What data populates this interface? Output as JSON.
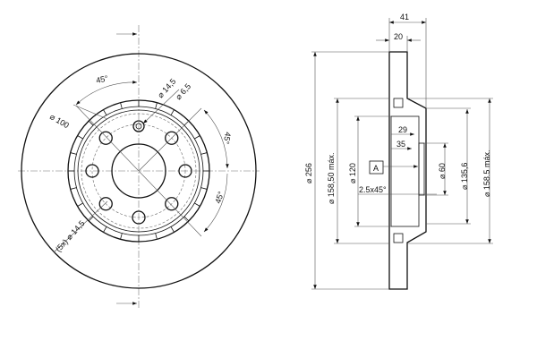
{
  "title": "Brake disc technical drawing",
  "front_view": {
    "labels": {
      "angle_top": "45°",
      "hole_small_dia": "⌀ 14,5",
      "pin_dia": "⌀ 6,5",
      "bolt_circle": "⌀ 100",
      "angle_right": "45°",
      "angle_lower_right": "45°",
      "bolt_holes": "(5x) ⌀ 14,5"
    }
  },
  "side_view": {
    "labels": {
      "total_width": "41",
      "disc_thickness": "20",
      "outer_dia": "⌀ 256",
      "inner_max_dia_left": "⌀ 158,50 máx.",
      "hat_dia": "⌀ 120",
      "depth_29": "29",
      "depth_35": "35",
      "datum": "A",
      "chamfer": "2.5x45°",
      "center_bore": "⌀ 60",
      "hat_outer_dia": "⌀ 135,6",
      "inner_max_dia_right": "⌀ 158.5 máx."
    }
  }
}
